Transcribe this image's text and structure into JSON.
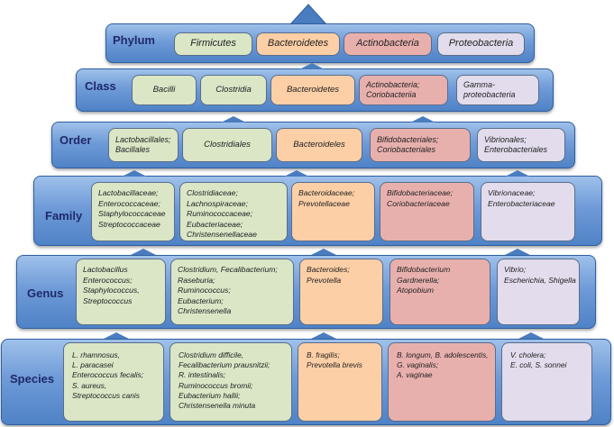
{
  "colors": {
    "tier_blue": "#5f8fd0",
    "tier_border": "#2f5f9f",
    "label_navy": "#1f2a6a",
    "green": "#dae6c6",
    "orange": "#fccfa6",
    "red": "#e8b0ad",
    "purple": "#e2dcec"
  },
  "tiers": {
    "phylum": {
      "label": "Phylum",
      "boxes": [
        {
          "lines": [
            "Firmicutes"
          ]
        },
        {
          "lines": [
            "Bacteroidetes"
          ]
        },
        {
          "lines": [
            "Actinobacteria"
          ]
        },
        {
          "lines": [
            "Proteobacteria"
          ]
        }
      ]
    },
    "class": {
      "label": "Class",
      "boxes": [
        {
          "lines": [
            "Bacilli"
          ]
        },
        {
          "lines": [
            "Clostridia"
          ]
        },
        {
          "lines": [
            "Bacteroidetes"
          ]
        },
        {
          "lines": [
            "Actinobacteria;",
            "Coriobacteriia"
          ]
        },
        {
          "lines": [
            "Gamma-",
            "proteobacteria"
          ]
        }
      ]
    },
    "order": {
      "label": "Order",
      "boxes": [
        {
          "lines": [
            "Lactobacillales;",
            "Bacillales"
          ]
        },
        {
          "lines": [
            "Clostridiales"
          ]
        },
        {
          "lines": [
            "Bacteroideles"
          ]
        },
        {
          "lines": [
            "Bifidobacteriales;",
            "Coriobacteriales"
          ]
        },
        {
          "lines": [
            "Vibrionales;",
            "Enterobacteriales"
          ]
        }
      ]
    },
    "family": {
      "label": "Family",
      "boxes": [
        {
          "lines": [
            "Lactobacillaceae;",
            "Enterococcaceae;",
            "Staphylococcaceae",
            "Streptococcaceae"
          ]
        },
        {
          "lines": [
            "Clostridiaceae;",
            "Lachnospiraceae;",
            "Ruminococcaceae;",
            "Eubacteriaceae;",
            "Christensenellaceae"
          ]
        },
        {
          "lines": [
            "Bacteroidaceae;",
            "Prevotellaceae"
          ]
        },
        {
          "lines": [
            "Bifidobacteriaceae;",
            "Coriobacteriaceae"
          ]
        },
        {
          "lines": [
            "Vibrionaceae;",
            "Enterobacteriaceae"
          ]
        }
      ]
    },
    "genus": {
      "label": "Genus",
      "boxes": [
        {
          "lines": [
            "Lactobacillus",
            "Enterococcus;",
            "Staphylococcus,",
            "Streptococcus"
          ]
        },
        {
          "lines": [
            "Clostridium, Fecalibacterium;",
            "Raseburia;",
            "Ruminococcus;",
            "Eubacterium;",
            "Christensenella"
          ]
        },
        {
          "lines": [
            "Bacteroides;",
            "Prevotella"
          ]
        },
        {
          "lines": [
            "Bifidobacterium",
            "Gardnerella;",
            "Atopobium"
          ]
        },
        {
          "lines": [
            "Vibrio;",
            "Escherichia, Shigella"
          ]
        }
      ]
    },
    "species": {
      "label": "Species",
      "boxes": [
        {
          "lines": [
            "L. rhamnosus,",
            "L. paracasei",
            "Enterococcus fecalis;",
            "S. aureus,",
            "Streptococcus canis"
          ]
        },
        {
          "lines": [
            "Clostridium difficile,",
            "Fecalibacterium prausnitzii;",
            "R. intestinalis;",
            "Ruminococcus bromii;",
            "Eubacterium hallii;",
            "Christensenella minuta"
          ]
        },
        {
          "lines": [
            "B. fragilis;",
            "Prevotella brevis"
          ]
        },
        {
          "lines": [
            "B. longum, B. adolescentis,",
            "G. vaginalis;",
            "A. vaginae"
          ]
        },
        {
          "lines": [
            "V. cholera;",
            "E. coli, S. sonnei"
          ]
        }
      ]
    }
  }
}
